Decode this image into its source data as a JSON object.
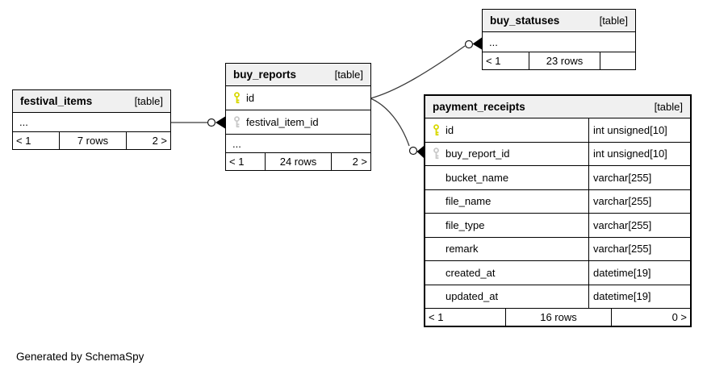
{
  "footer_note": "Generated by SchemaSpy",
  "colors": {
    "primary_key_icon": "#d8d800",
    "foreign_key_icon": "#c9c9c9",
    "table_header_bg": "#f0f0f0",
    "border": "#000000"
  },
  "tables": [
    {
      "name": "festival_items",
      "tag": "[table]",
      "rows": [
        {
          "name": "..."
        }
      ],
      "pager": {
        "prev": "< 1",
        "rows": "7 rows",
        "next": "2 >"
      }
    },
    {
      "name": "buy_reports",
      "tag": "[table]",
      "rows": [
        {
          "name": "id",
          "key": "primary"
        },
        {
          "name": "festival_item_id",
          "key": "foreign"
        },
        {
          "name": "..."
        }
      ],
      "pager": {
        "prev": "< 1",
        "rows": "24 rows",
        "next": "2 >"
      }
    },
    {
      "name": "buy_statuses",
      "tag": "[table]",
      "rows": [
        {
          "name": "..."
        }
      ],
      "pager": {
        "prev": "< 1",
        "rows": "23 rows",
        "next": ""
      }
    },
    {
      "name": "payment_receipts",
      "tag": "[table]",
      "rows": [
        {
          "name": "id",
          "type": "int unsigned[10]",
          "key": "primary"
        },
        {
          "name": "buy_report_id",
          "type": "int unsigned[10]",
          "key": "foreign"
        },
        {
          "name": "bucket_name",
          "type": "varchar[255]"
        },
        {
          "name": "file_name",
          "type": "varchar[255]"
        },
        {
          "name": "file_type",
          "type": "varchar[255]"
        },
        {
          "name": "remark",
          "type": "varchar[255]"
        },
        {
          "name": "created_at",
          "type": "datetime[19]"
        },
        {
          "name": "updated_at",
          "type": "datetime[19]"
        }
      ],
      "pager": {
        "prev": "< 1",
        "rows": "16 rows",
        "next": "0 >"
      }
    }
  ],
  "relationships": [
    {
      "from": "festival_items",
      "to": "buy_reports.festival_item_id"
    },
    {
      "from": "buy_reports.id",
      "to": "buy_statuses"
    },
    {
      "from": "buy_reports.id",
      "to": "payment_receipts.buy_report_id"
    }
  ]
}
